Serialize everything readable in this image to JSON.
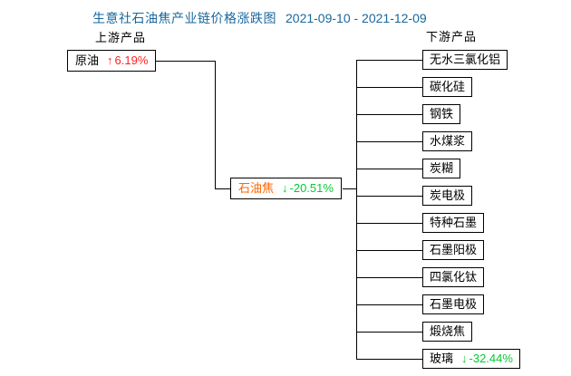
{
  "title": {
    "text": "生意社石油焦产业链价格涨跌图",
    "date_range": "2021-09-10 - 2021-12-09"
  },
  "columns": {
    "upstream_label": "上游产品",
    "downstream_label": "下游产品"
  },
  "upstream": {
    "label": "原油",
    "arrow": "↑",
    "change": "6.19%",
    "direction": "rise"
  },
  "midstream": {
    "label": "石油焦",
    "arrow": "↓",
    "change": "-20.51%",
    "direction": "fall"
  },
  "downstream": {
    "items": [
      {
        "label": "无水三氯化铝",
        "arrow": "",
        "change": ""
      },
      {
        "label": "碳化硅",
        "arrow": "",
        "change": ""
      },
      {
        "label": "钢铁",
        "arrow": "",
        "change": ""
      },
      {
        "label": "水煤浆",
        "arrow": "",
        "change": ""
      },
      {
        "label": "炭糊",
        "arrow": "",
        "change": ""
      },
      {
        "label": "炭电极",
        "arrow": "",
        "change": ""
      },
      {
        "label": "特种石墨",
        "arrow": "",
        "change": ""
      },
      {
        "label": "石墨阳极",
        "arrow": "",
        "change": ""
      },
      {
        "label": "四氯化钛",
        "arrow": "",
        "change": ""
      },
      {
        "label": "石墨电极",
        "arrow": "",
        "change": ""
      },
      {
        "label": "煅烧焦",
        "arrow": "",
        "change": ""
      },
      {
        "label": "玻璃",
        "arrow": "↓",
        "change": "-32.44%",
        "direction": "fall"
      }
    ]
  },
  "colors": {
    "title": "#18679c",
    "rise": "#ff2222",
    "fall": "#00cc33",
    "petcoke": "#ff6600",
    "line": "#000000"
  }
}
